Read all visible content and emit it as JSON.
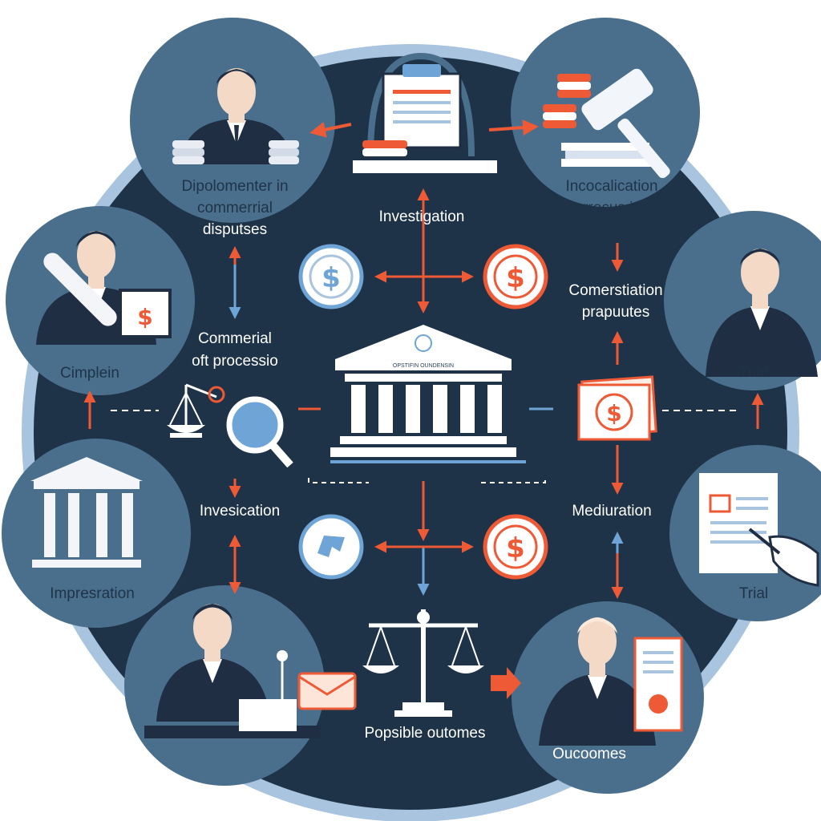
{
  "labels": {
    "dispute_top_left": [
      "Dipolomenter in",
      "commerrial",
      "disputses"
    ],
    "investigation_top": "Investigation",
    "inco_top_right": [
      "Incocalication",
      "prrocus ins"
    ],
    "commercial_mid": [
      "Commerial",
      "oft processio"
    ],
    "comerstiation": [
      "Comerstiation",
      "prapuutes"
    ],
    "complain_left": "Cimplein",
    "trial_right_upper": "Trial",
    "invesication_mid": "Invesication",
    "mediuration": "Mediuration",
    "impresration_left": "Impresration",
    "trial_right_lower": "Trial",
    "possible_outcomes": "Popsible outomes",
    "outcomes_bottom": "Oucoomes",
    "courthouse_sign": "OPSTIFIN OUNDENSIN"
  },
  "icons": {
    "dollar_coin_blue": "$",
    "dollar_coin_orange": "$",
    "dollar_coin_orange_2": "$",
    "dollar_card": "$",
    "dollar_screen": "$"
  },
  "colors": {
    "background": "#ffffff",
    "outer_ring": "#a9c4de",
    "navy": "#1e3347",
    "circle_fill": "#4a6f8d",
    "accent_orange": "#ee5a36",
    "accent_blue": "#6fa4d6",
    "suit": "#1f2e42"
  }
}
